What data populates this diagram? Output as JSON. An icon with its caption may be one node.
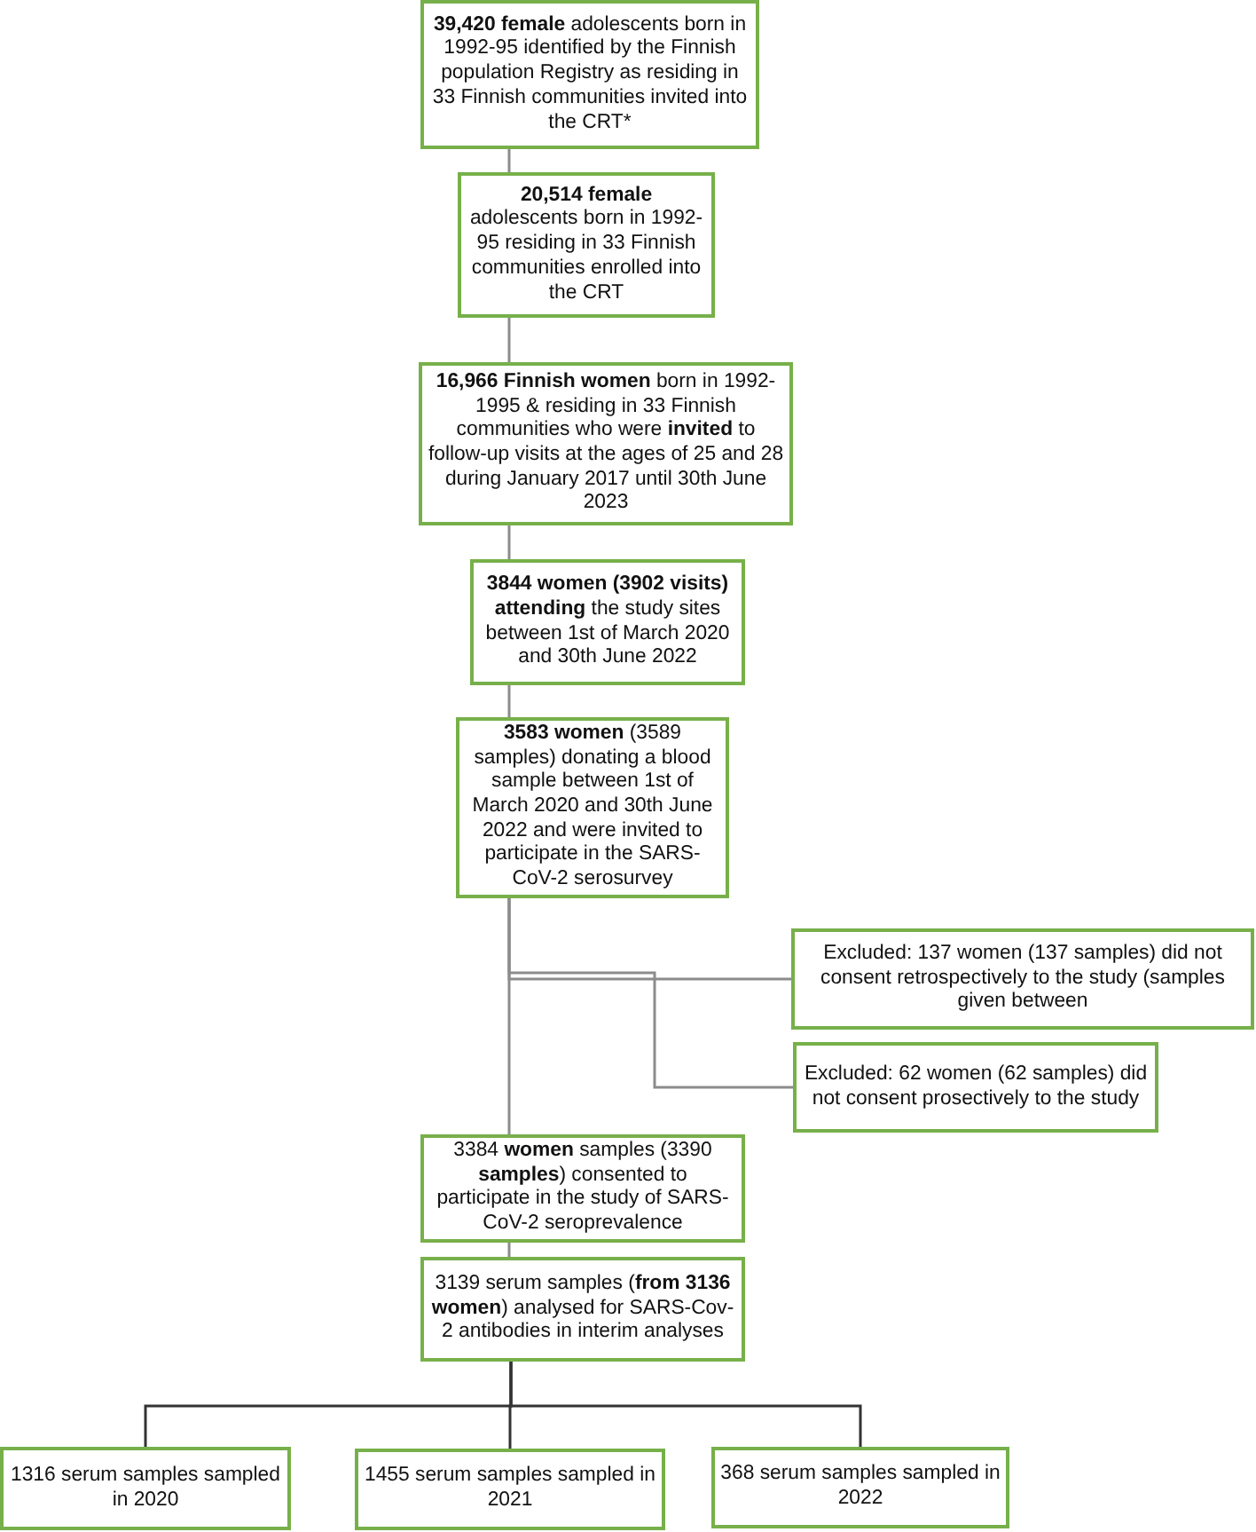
{
  "diagram": {
    "nodes": [
      {
        "text": [
          "**39,420 female** adolescents born in 1992-95 identified by the Finnish population Registry as residing in 33 Finnish communities invited into the CRT*"
        ]
      },
      {
        "text": [
          "**20,514 female** adolescents born in 1992-95 residing in 33 Finnish communities enrolled into the CRT"
        ]
      },
      {
        "text": [
          "**16,966 Finnish women** born in 1992-1995 & residing in 33 Finnish communities who were **invited** to follow-up visits at the ages of 25 and 28 during January 2017 until 30th June 2023"
        ]
      },
      {
        "text": [
          "**3844 women (3902 visits) attending** the study sites between 1st of March 2020 and 30th June 2022"
        ]
      },
      {
        "text": [
          "**3583 women** (3589 samples) donating a blood sample between 1st of March 2020 and 30th June 2022 and were invited to participate in the SARS-CoV-2 serosurvey"
        ]
      },
      {
        "text": [
          "Excluded: 137 women (137 samples) did not consent retrospectively to the study (samples given between"
        ]
      },
      {
        "text": [
          "Excluded: 62 women (62 samples) did not consent prosectively to the study"
        ]
      },
      {
        "text": [
          "3384 **women** samples (3390 **samples**) consented to participate in the study of SARS-CoV-2 seroprevalence"
        ]
      },
      {
        "text": [
          "3139 serum samples (**from 3136 women**) analysed for SARS-Cov-2 antibodies in interim analyses"
        ]
      },
      {
        "text": [
          "1316 serum samples sampled in 2020"
        ]
      },
      {
        "text": [
          "1455 serum samples sampled in 2021"
        ]
      },
      {
        "text": [
          "368 serum samples sampled in 2022"
        ]
      }
    ],
    "edges": [
      {
        "from": 0,
        "to": 1,
        "arrow": "none"
      },
      {
        "from": 1,
        "to": 2,
        "arrow": "none"
      },
      {
        "from": 2,
        "to": 3,
        "arrow": "none"
      },
      {
        "from": 3,
        "to": 4,
        "arrow": "none"
      },
      {
        "from": 4,
        "to": 5,
        "arrow": "none"
      },
      {
        "from": 4,
        "to": 6,
        "arrow": "none"
      },
      {
        "from": 4,
        "to": 7,
        "arrow": "none"
      },
      {
        "from": 7,
        "to": 8,
        "arrow": "none"
      },
      {
        "from": 8,
        "to": 9,
        "arrow": "none",
        "color": "#333333"
      },
      {
        "from": 8,
        "to": 10,
        "arrow": "none",
        "color": "#333333"
      },
      {
        "from": 8,
        "to": 11,
        "arrow": "none",
        "color": "#333333"
      }
    ]
  }
}
